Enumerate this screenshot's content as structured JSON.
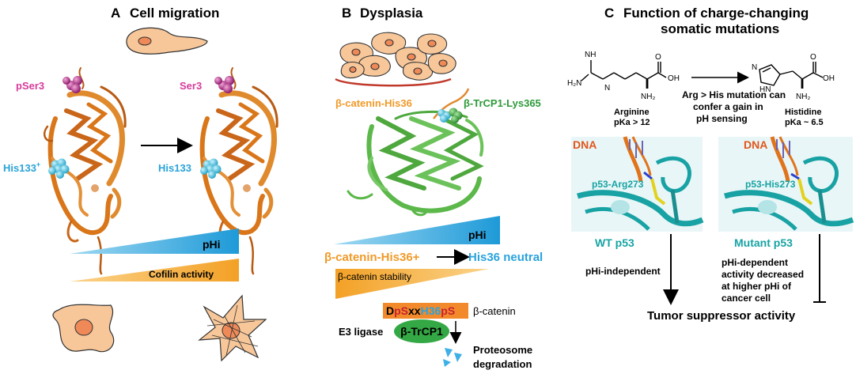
{
  "panelA": {
    "letter": "A",
    "title": "Cell migration",
    "left_top_label": "pSer3",
    "left_mid_label": "His133",
    "left_mid_sup": "+",
    "right_top_label": "Ser3",
    "right_mid_label": "His133",
    "phi_label": "pHi",
    "cofilin_label": "Cofilin activity"
  },
  "panelB": {
    "letter": "B",
    "title": "Dysplasia",
    "bcat_his_label": "β-catenin-His36",
    "trcp_lys_label": "β-TrCP1-Lys365",
    "phi_label": "pHi",
    "his36_plus": "β-catenin-His36+",
    "his36_neutral": "His36 neutral",
    "stability_label": "β-catenin stability",
    "motif": {
      "D": "D",
      "pS1": "pS",
      "xx": "xx",
      "H36": "H36",
      "pS2": "pS"
    },
    "motif_suffix": "β-catenin",
    "e3_label": "E3 ligase",
    "trcp_label": "β-TrCP1",
    "proteosome_1": "Proteosome",
    "proteosome_2": "degradation"
  },
  "panelC": {
    "letter": "C",
    "title_1": "Function of charge-changing",
    "title_2": "somatic mutations",
    "arg_name": "Arginine",
    "arg_pka": "pKa > 12",
    "his_name": "Histidine",
    "his_pka": "pKa ~ 6.5",
    "mut_text_1": "Arg > His mutation can",
    "mut_text_2": "confer a gain in",
    "mut_text_3": "pH sensing",
    "dna_label": "DNA",
    "wt_residue": "p53-Arg273",
    "mut_residue": "p53-His273",
    "wt_label": "WT p53",
    "mut_label": "Mutant p53",
    "wt_effect": "pHi-independent",
    "mut_effect_1": "pHi-dependent",
    "mut_effect_2": "activity decreased",
    "mut_effect_3": "at higher pHi of",
    "mut_effect_4": "cancer cell",
    "outcome": "Tumor suppressor activity",
    "chem": {
      "h2n": "H₂N",
      "nh": "NH",
      "nh2": "NH₂",
      "oh": "OH",
      "o": "O",
      "n": "N",
      "hn": "HN"
    }
  },
  "colors": {
    "orange_protein": "#d9761a",
    "blue_gradient": "#29a3dd",
    "orange_gradient": "#f5a731",
    "magenta": "#d63c9a",
    "cyan_label": "#2aa3d8",
    "green_label": "#2e9a3a",
    "teal_label": "#17a3a3",
    "cell_fill": "#f7c79a",
    "nucleus_fill": "#ef8a58"
  }
}
